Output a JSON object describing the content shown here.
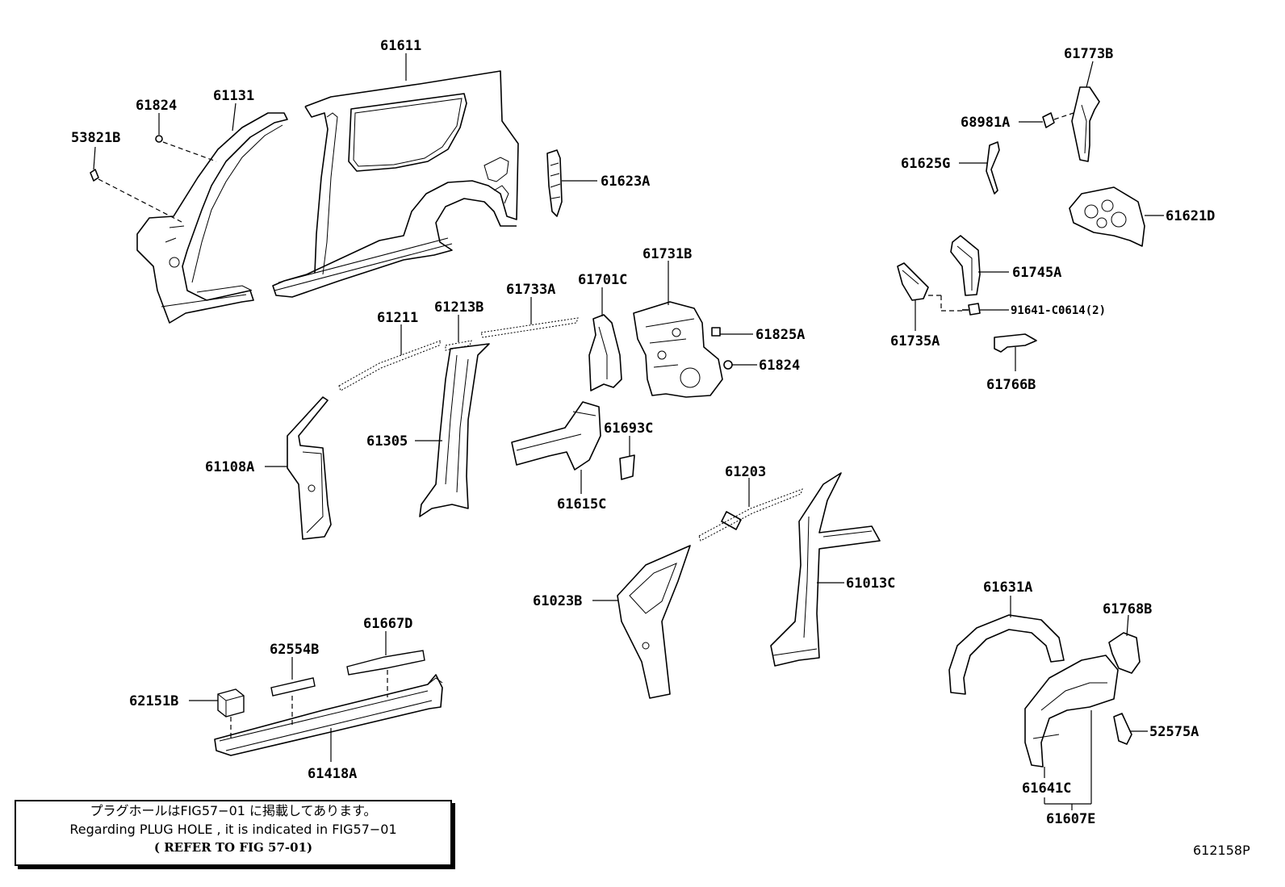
{
  "labels": {
    "p61611": "61611",
    "p61131": "61131",
    "p61824a": "61824",
    "p53821B": "53821B",
    "p61623A": "61623A",
    "p61773B": "61773B",
    "p68981A": "68981A",
    "p61625G": "61625G",
    "p61621D": "61621D",
    "p61745A": "61745A",
    "p61735A": "61735A",
    "p91641": "91641-C0614(2)",
    "p61766B": "61766B",
    "p61731B": "61731B",
    "p61825A": "61825A",
    "p61824b": "61824",
    "p61701C": "61701C",
    "p61733A": "61733A",
    "p61213B": "61213B",
    "p61211": "61211",
    "p61108A": "61108A",
    "p61305": "61305",
    "p61693C": "61693C",
    "p61615C": "61615C",
    "p61203": "61203",
    "p61023B": "61023B",
    "p61013C": "61013C",
    "p61631A": "61631A",
    "p61768B": "61768B",
    "p52575A": "52575A",
    "p61641C": "61641C",
    "p61607E": "61607E",
    "p61667D": "61667D",
    "p62554B": "62554B",
    "p62151B": "62151B",
    "p61418A": "61418A"
  },
  "note": {
    "line1": "プラグホールはFIG57−01 に掲載してあります。",
    "line2": "Regarding PLUG HOLE , it is indicated in FIG57−01",
    "line3": "( REFER TO FIG 57-01)"
  },
  "figure_code": "612158P"
}
